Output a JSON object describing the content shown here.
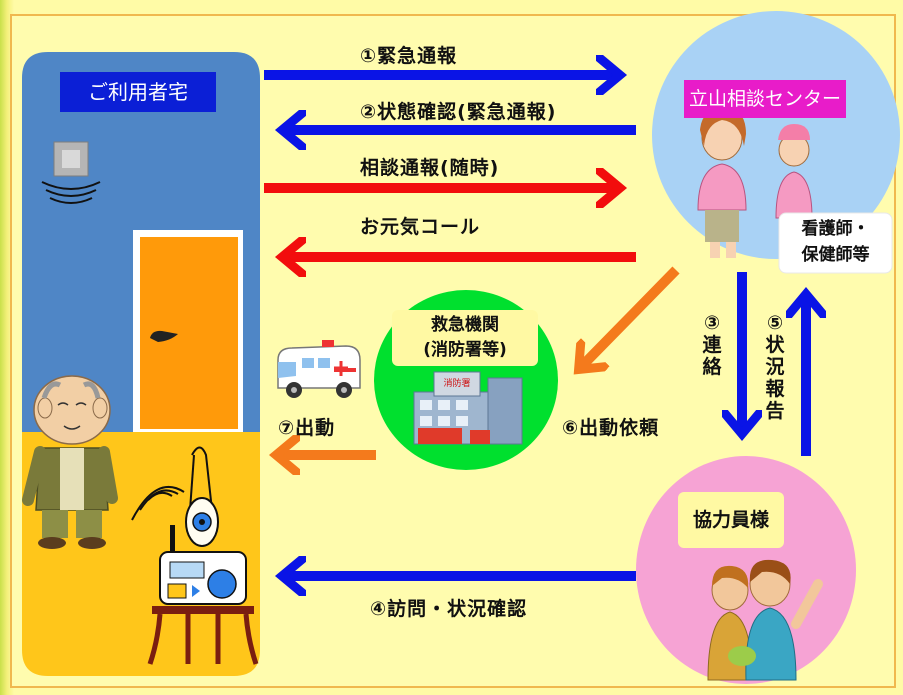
{
  "home": {
    "label": "ご利用者宅",
    "color": "#0b1fd6"
  },
  "center": {
    "label": "立山相談センター",
    "color": "#e81cc9"
  },
  "nurse": {
    "line1": "看護師・",
    "line2": "保健師等"
  },
  "emergency": {
    "line1": "救急機関",
    "line2": "(消防署等)",
    "sign": "消防署"
  },
  "helpers": {
    "label": "協力員様"
  },
  "flows": {
    "f1": "①緊急通報",
    "f2": "②状態確認(緊急通報)",
    "consult": "相談通報(随時)",
    "genki": "お元気コール",
    "f3": [
      "③",
      "連",
      "絡"
    ],
    "f5": [
      "⑤",
      "状",
      "況",
      "報",
      "告"
    ],
    "f6": "⑥出動依頼",
    "f7": "⑦出動",
    "f4": "④訪問・状況確認"
  },
  "colors": {
    "blue_arrow": "#0a14e6",
    "red_arrow": "#f20d0d",
    "orange_arrow": "#f47a1c",
    "house_wall": "#4f86c6",
    "floor": "#ffc61a",
    "door": "#ff9a0a"
  }
}
